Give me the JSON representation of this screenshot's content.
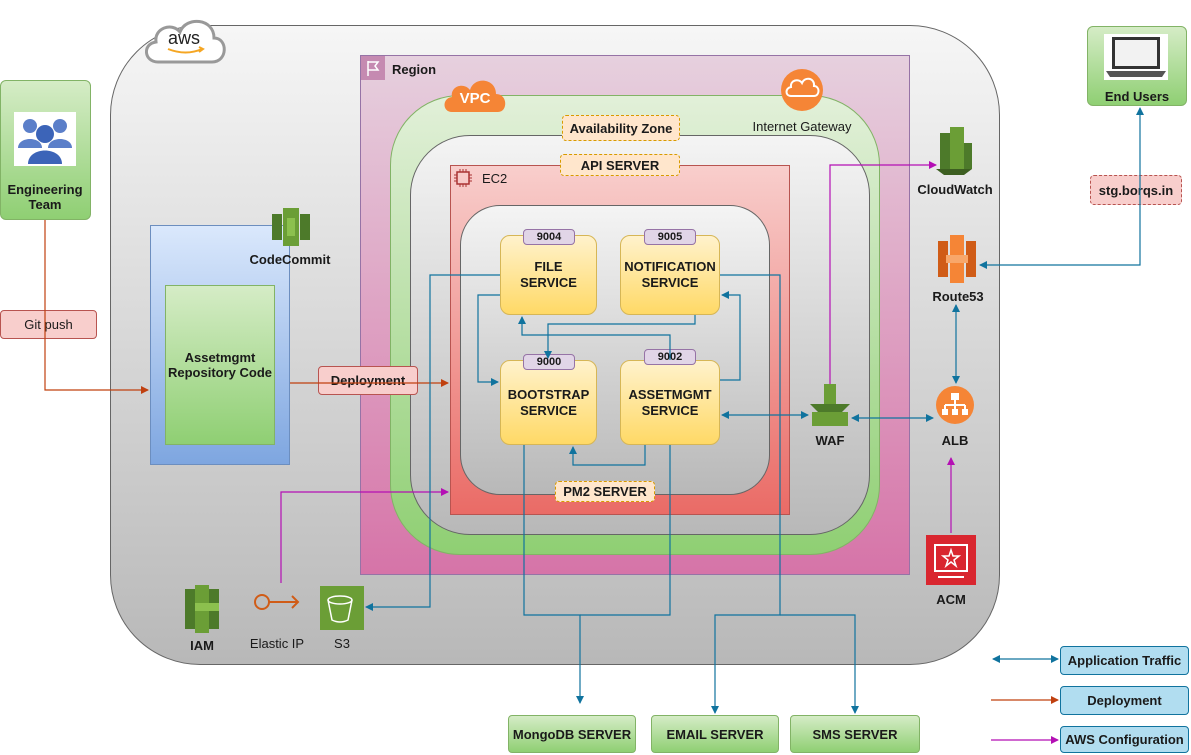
{
  "aws_logo": "aws",
  "nodes": {
    "engineering_team": "Engineering Team",
    "git_push": "Git push",
    "codecommit": "CodeCommit",
    "repository_code": "Assetmgmt Repository Code",
    "deployment": "Deployment",
    "region": "Region",
    "vpc": "VPC",
    "availability_zone": "Availability Zone",
    "internet_gateway": "Internet Gateway",
    "api_server": "API SERVER",
    "ec2": "EC2",
    "pm2_server": "PM2 SERVER",
    "cloudwatch": "CloudWatch",
    "route53": "Route53",
    "waf": "WAF",
    "alb": "ALB",
    "acm": "ACM",
    "iam": "IAM",
    "elastic_ip": "Elastic IP",
    "s3": "S3",
    "end_users": "End Users",
    "domain": "stg.borqs.in"
  },
  "services": [
    {
      "port": "9004",
      "line1": "FILE",
      "line2": "SERVICE"
    },
    {
      "port": "9005",
      "line1": "NOTIFICATION",
      "line2": "SERVICE"
    },
    {
      "port": "9000",
      "line1": "BOOTSTRAP",
      "line2": "SERVICE"
    },
    {
      "port": "9002",
      "line1": "ASSETMGMT",
      "line2": "SERVICE"
    }
  ],
  "external_servers": [
    "MongoDB SERVER",
    "EMAIL SERVER",
    "SMS SERVER"
  ],
  "legend": [
    {
      "label": "Application Traffic",
      "color": "#10739e"
    },
    {
      "label": "Deployment",
      "color": "#c0400f"
    },
    {
      "label": "AWS Configuration",
      "color": "#b40fb4"
    }
  ]
}
